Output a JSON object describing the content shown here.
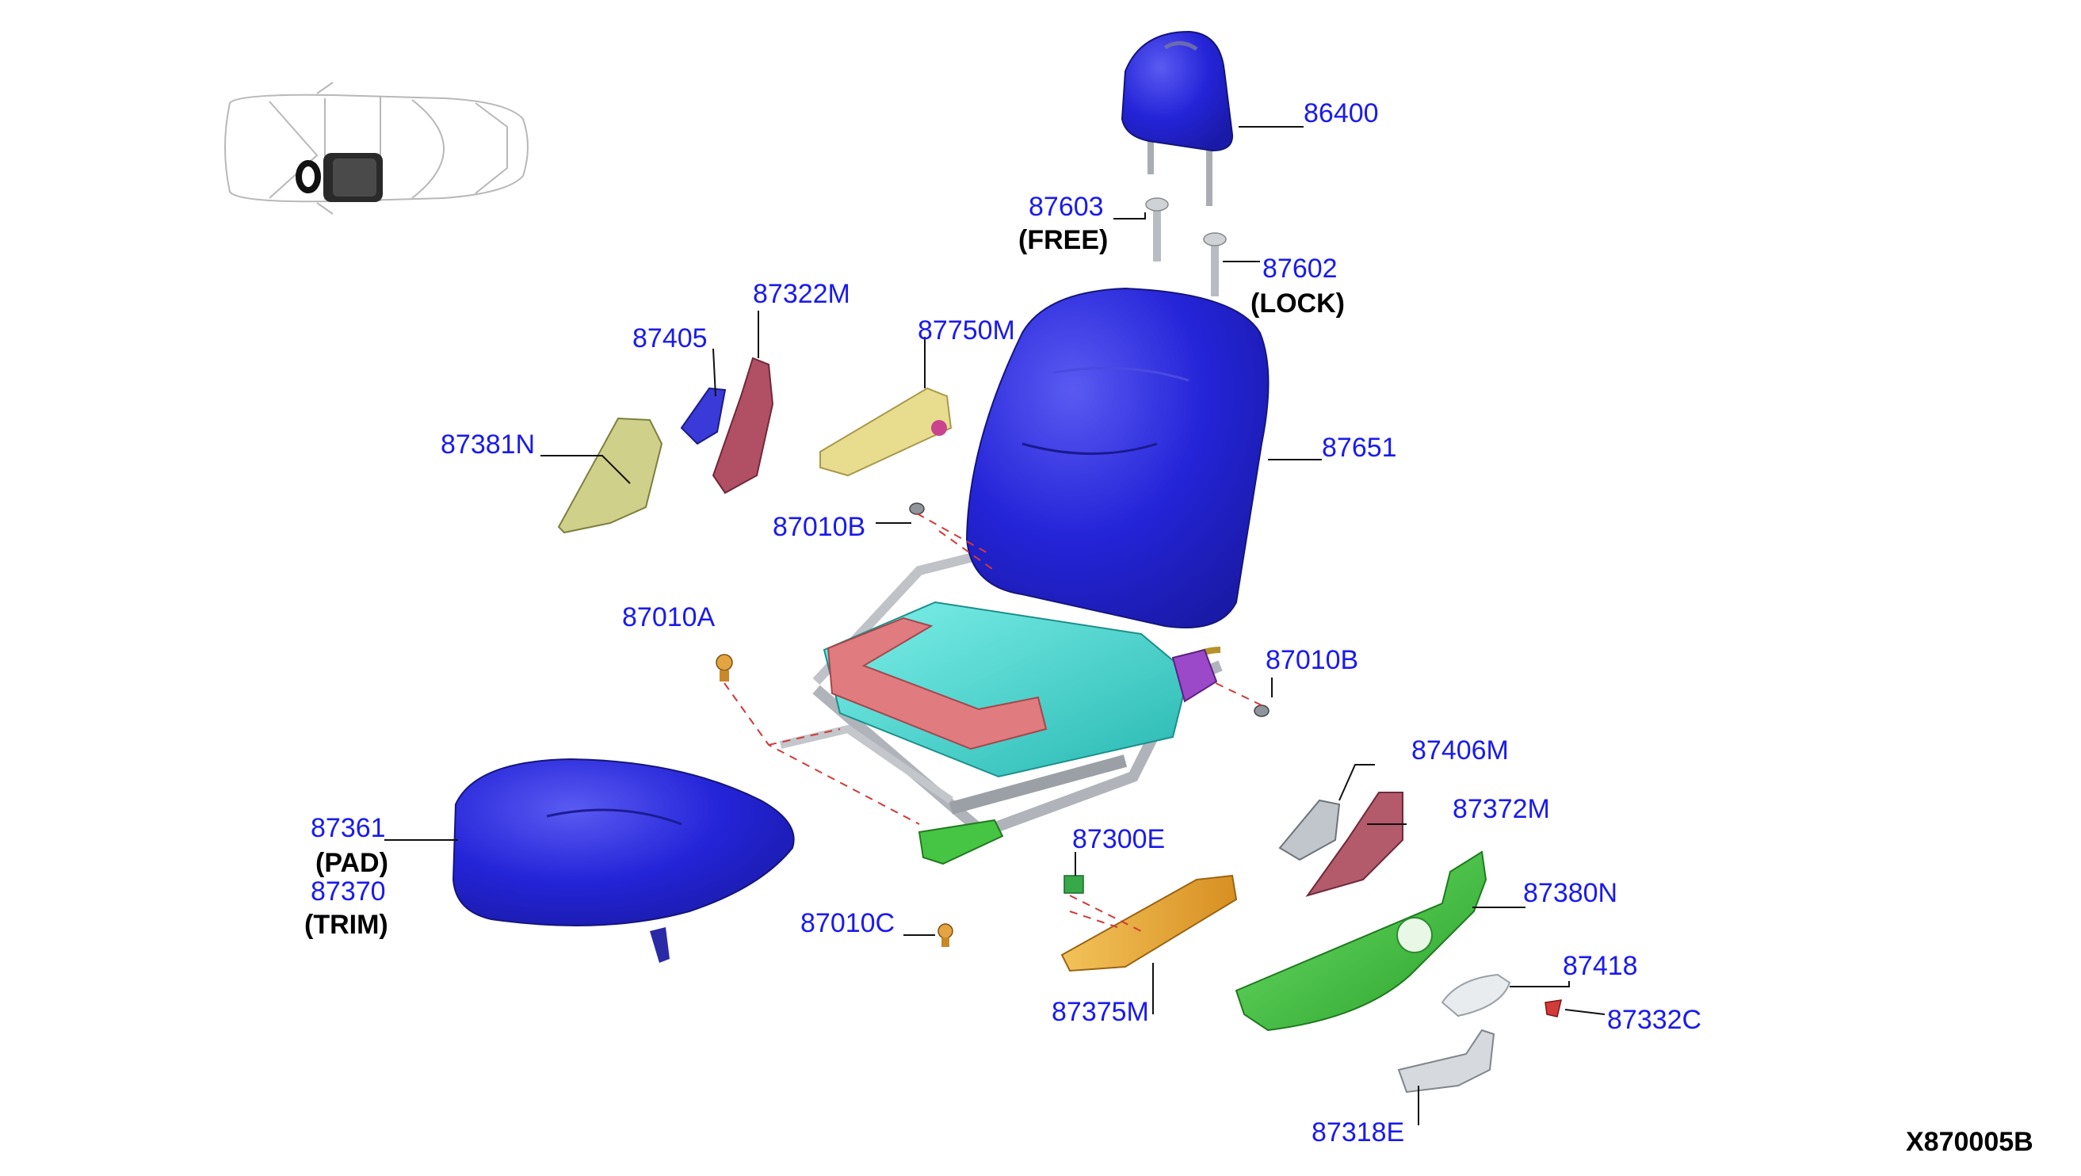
{
  "diagram_code": "X870005B",
  "colors": {
    "label": "#1a1aee",
    "trim_blue": "#2b2bd6",
    "frame_cyan": "#3fd4cf",
    "pad_red": "#d9737a",
    "green": "#39c93a",
    "yellow": "#e3d47a",
    "orange": "#e9a437",
    "olive": "#c9c87a",
    "maroon": "#a24a5a",
    "silver": "#c9ccd1"
  },
  "parts": [
    {
      "id": "p86400",
      "label": "86400",
      "note": ""
    },
    {
      "id": "p87603",
      "label": "87603",
      "note": "(FREE)"
    },
    {
      "id": "p87602",
      "label": "87602",
      "note": "(LOCK)"
    },
    {
      "id": "p87322M",
      "label": "87322M",
      "note": ""
    },
    {
      "id": "p87405",
      "label": "87405",
      "note": ""
    },
    {
      "id": "p87750M",
      "label": "87750M",
      "note": ""
    },
    {
      "id": "p87381N",
      "label": "87381N",
      "note": ""
    },
    {
      "id": "p87651",
      "label": "87651",
      "note": ""
    },
    {
      "id": "p87010B_a",
      "label": "87010B",
      "note": ""
    },
    {
      "id": "p87010A",
      "label": "87010A",
      "note": ""
    },
    {
      "id": "p87010B_b",
      "label": "87010B",
      "note": ""
    },
    {
      "id": "p87406M",
      "label": "87406M",
      "note": ""
    },
    {
      "id": "p87372M",
      "label": "87372M",
      "note": ""
    },
    {
      "id": "p87361",
      "label": "87361",
      "note": "(PAD)"
    },
    {
      "id": "p87370",
      "label": "87370",
      "note": "(TRIM)"
    },
    {
      "id": "p87300E",
      "label": "87300E",
      "note": ""
    },
    {
      "id": "p87380N",
      "label": "87380N",
      "note": ""
    },
    {
      "id": "p87010C",
      "label": "87010C",
      "note": ""
    },
    {
      "id": "p87418",
      "label": "87418",
      "note": ""
    },
    {
      "id": "p87375M",
      "label": "87375M",
      "note": ""
    },
    {
      "id": "p87332C",
      "label": "87332C",
      "note": ""
    },
    {
      "id": "p87318E",
      "label": "87318E",
      "note": ""
    }
  ]
}
